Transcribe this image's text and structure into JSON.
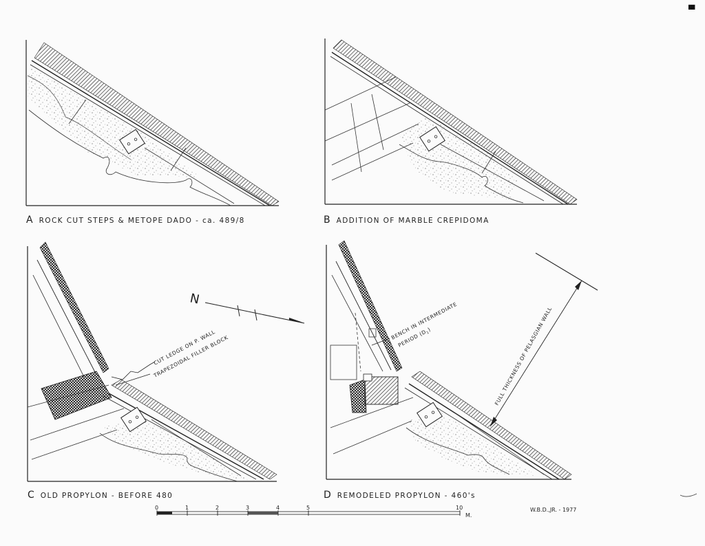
{
  "panels": [
    {
      "letter": "A",
      "caption": "ROCK CUT STEPS & METOPE DADO  -  ca. 489/8"
    },
    {
      "letter": "B",
      "caption": "ADDITION OF MARBLE CREPIDOMA"
    },
    {
      "letter": "C",
      "caption": "OLD PROPYLON  -  BEFORE 480"
    },
    {
      "letter": "D",
      "caption": "REMODELED PROPYLON  -  460's"
    }
  ],
  "annotations": {
    "cut_ledge": "CUT LEDGE ON P. WALL",
    "trapezoidal": "TRAPEZOIDAL FILLER BLOCK",
    "bench_line1": "BENCH IN INTERMEDIATE",
    "bench_line2": "PERIOD (D",
    "bench_sub": "1",
    "bench_close": ")",
    "full_thickness": "FULL THICKNESS OF PELASGIAN WALL",
    "north": "N"
  },
  "scale": {
    "ticks": [
      "0",
      "1",
      "2",
      "3",
      "4",
      "5",
      "10"
    ],
    "unit": "M."
  },
  "credit": "W.B.D.,JR. - 1977"
}
